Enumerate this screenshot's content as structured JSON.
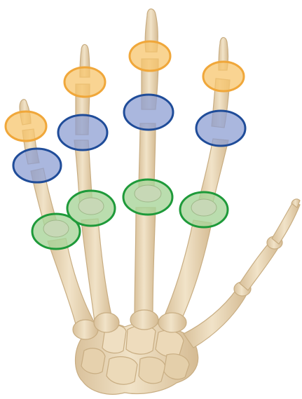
{
  "figure": {
    "subject": "hand-skeleton-dorsal",
    "colors": {
      "bone_fill": "#ead9bd",
      "bone_shade": "#d7bf98",
      "bone_outline": "#c7ab80",
      "background": "#ffffff"
    }
  },
  "joint_markers": {
    "dip": {
      "fill": "#f7c56e",
      "stroke": "#f0a73a",
      "count": 4
    },
    "pip": {
      "fill": "#8e9fd3",
      "stroke": "#1f4c99",
      "count": 4
    },
    "mcp": {
      "fill": "#a9d59a",
      "stroke": "#1e9a3a",
      "count": 4
    }
  },
  "fingers": [
    {
      "name": "little"
    },
    {
      "name": "ring"
    },
    {
      "name": "middle"
    },
    {
      "name": "index"
    },
    {
      "name": "thumb"
    }
  ]
}
